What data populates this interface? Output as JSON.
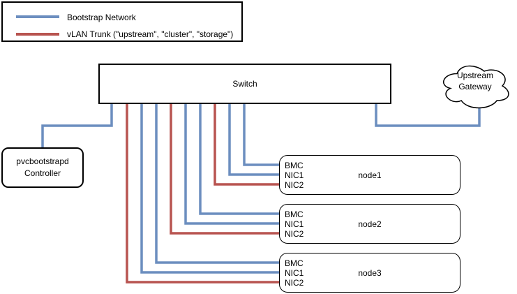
{
  "colors": {
    "bootstrap_network": "#6c8ebf",
    "vlan_trunk": "#b85450",
    "box_stroke": "#000000",
    "background": "#ffffff",
    "text": "#000000"
  },
  "legend": {
    "items": [
      {
        "id": "bootstrap-network",
        "label": "Bootstrap Network"
      },
      {
        "id": "vlan-trunk",
        "label": "vLAN Trunk (\"upstream\", \"cluster\", \"storage\")"
      }
    ]
  },
  "switch": {
    "label": "Switch"
  },
  "upstream_gateway": {
    "line1": "Upstream",
    "line2": "Gateway"
  },
  "controller": {
    "line1": "pvcbootstrapd",
    "line2": "Controller"
  },
  "nodes": [
    {
      "name": "node1",
      "ports": [
        "BMC",
        "NIC1",
        "NIC2"
      ]
    },
    {
      "name": "node2",
      "ports": [
        "BMC",
        "NIC1",
        "NIC2"
      ]
    },
    {
      "name": "node3",
      "ports": [
        "BMC",
        "NIC1",
        "NIC2"
      ]
    }
  ],
  "connections": [
    {
      "from": "Switch",
      "to": "pvcbootstrapd Controller",
      "network": "Bootstrap Network"
    },
    {
      "from": "Switch",
      "to": "Upstream Gateway",
      "network": "Bootstrap Network"
    },
    {
      "from": "Switch",
      "to": "node1 BMC",
      "network": "Bootstrap Network"
    },
    {
      "from": "Switch",
      "to": "node1 NIC1",
      "network": "Bootstrap Network"
    },
    {
      "from": "Switch",
      "to": "node1 NIC2",
      "network": "vLAN Trunk"
    },
    {
      "from": "Switch",
      "to": "node2 BMC",
      "network": "Bootstrap Network"
    },
    {
      "from": "Switch",
      "to": "node2 NIC1",
      "network": "Bootstrap Network"
    },
    {
      "from": "Switch",
      "to": "node2 NIC2",
      "network": "vLAN Trunk"
    },
    {
      "from": "Switch",
      "to": "node3 BMC",
      "network": "Bootstrap Network"
    },
    {
      "from": "Switch",
      "to": "node3 NIC1",
      "network": "Bootstrap Network"
    },
    {
      "from": "Switch",
      "to": "node3 NIC2",
      "network": "vLAN Trunk"
    }
  ]
}
